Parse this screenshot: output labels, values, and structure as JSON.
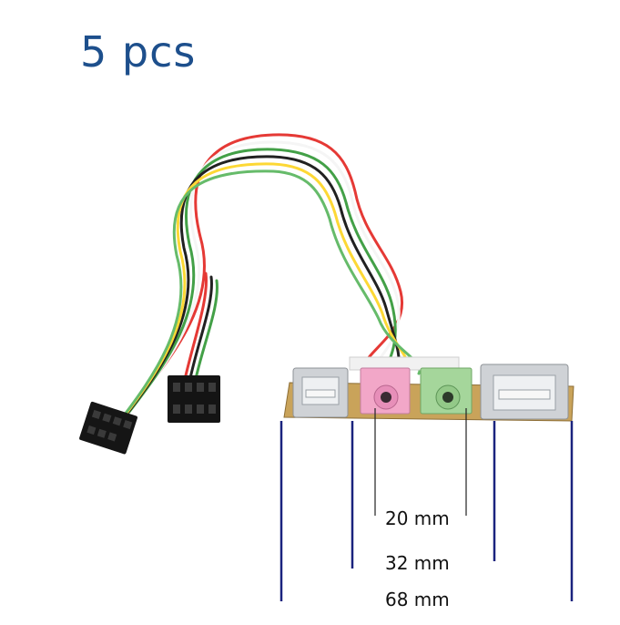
{
  "quantity_label": "5 pcs",
  "dimensions": {
    "inner": "20 mm",
    "middle": "32 mm",
    "outer": "68 mm"
  },
  "colors": {
    "quantity_text": "#1d4f8c",
    "dimension_lines": "#1a237e",
    "pcb": "#c9a35a",
    "wire_red": "#e53935",
    "wire_white": "#f5f5f5",
    "wire_green": "#43a047",
    "wire_black": "#212121",
    "wire_yellow": "#fdd835",
    "audio_jack_pink": "#f2a7c8",
    "audio_jack_green": "#a5d69b"
  },
  "image_subject": "Front panel USB and audio jack board with cable and pin-header connectors"
}
